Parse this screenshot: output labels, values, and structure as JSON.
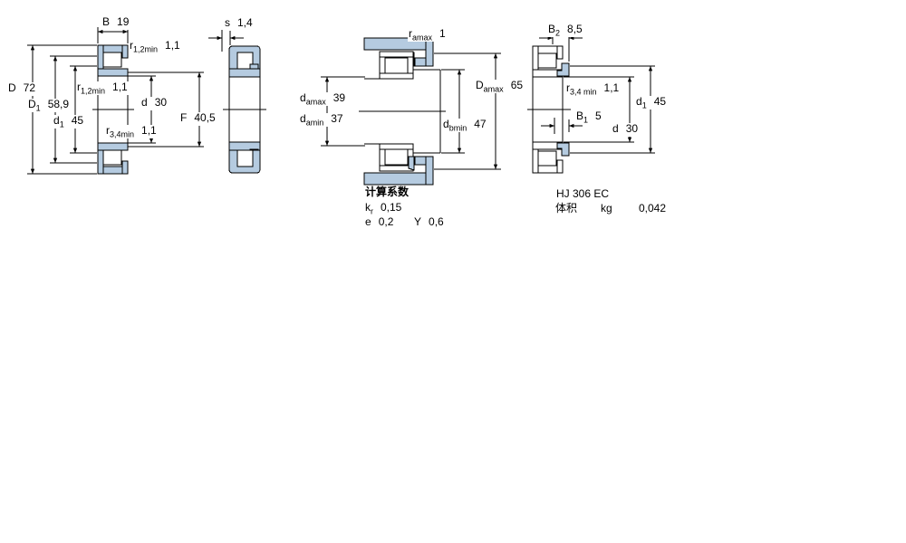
{
  "colors": {
    "part_fill": "#b5cbe0",
    "line": "#000000",
    "text": "#000000",
    "background": "#ffffff"
  },
  "drawing1": {
    "labels": {
      "B": {
        "symbol": "B",
        "value": "19"
      },
      "r12_top": {
        "symbol": "r",
        "sub": "1,2min",
        "value": "1,1"
      },
      "D": {
        "symbol": "D",
        "value": "72"
      },
      "D1": {
        "symbol": "D",
        "sub": "1",
        "value": "58,9"
      },
      "d1": {
        "symbol": "d",
        "sub": "1",
        "value": "45"
      },
      "r12_mid": {
        "symbol": "r",
        "sub": "1,2min",
        "value": "1,1"
      },
      "d": {
        "symbol": "d",
        "value": "30"
      },
      "r34": {
        "symbol": "r",
        "sub": "3,4min",
        "value": "1,1"
      },
      "F": {
        "symbol": "F",
        "value": "40,5"
      }
    }
  },
  "drawing2": {
    "labels": {
      "s": {
        "symbol": "s",
        "value": "1,4"
      }
    }
  },
  "drawing3": {
    "labels": {
      "ra": {
        "symbol": "r",
        "sub": "amax",
        "value": "1"
      },
      "da_max": {
        "symbol": "d",
        "sub": "amax",
        "value": "39"
      },
      "da_min": {
        "symbol": "d",
        "sub": "amin",
        "value": "37"
      },
      "db_min": {
        "symbol": "d",
        "sub": "bmin",
        "value": "47"
      },
      "Da_max": {
        "symbol": "D",
        "sub": "amax",
        "value": "65"
      }
    },
    "calc": {
      "title": "计算系数",
      "kr": {
        "symbol": "k",
        "sub": "r",
        "value": "0,15"
      },
      "e": {
        "symbol": "e",
        "value": "0,2"
      },
      "Y": {
        "symbol": "Y",
        "value": "0,6"
      }
    }
  },
  "drawing4": {
    "labels": {
      "B2": {
        "symbol": "B",
        "sub": "2",
        "value": "8,5"
      },
      "r34": {
        "symbol": "r",
        "sub": "3,4 min",
        "value": "1,1"
      },
      "B1": {
        "symbol": "B",
        "sub": "1",
        "value": "5"
      },
      "d1": {
        "symbol": "d",
        "sub": "1",
        "value": "45"
      },
      "d": {
        "symbol": "d",
        "value": "30"
      }
    },
    "notes": {
      "designation": "HJ 306 EC",
      "mass_label": "体积",
      "mass_unit": "kg",
      "mass_value": "0,042"
    }
  }
}
